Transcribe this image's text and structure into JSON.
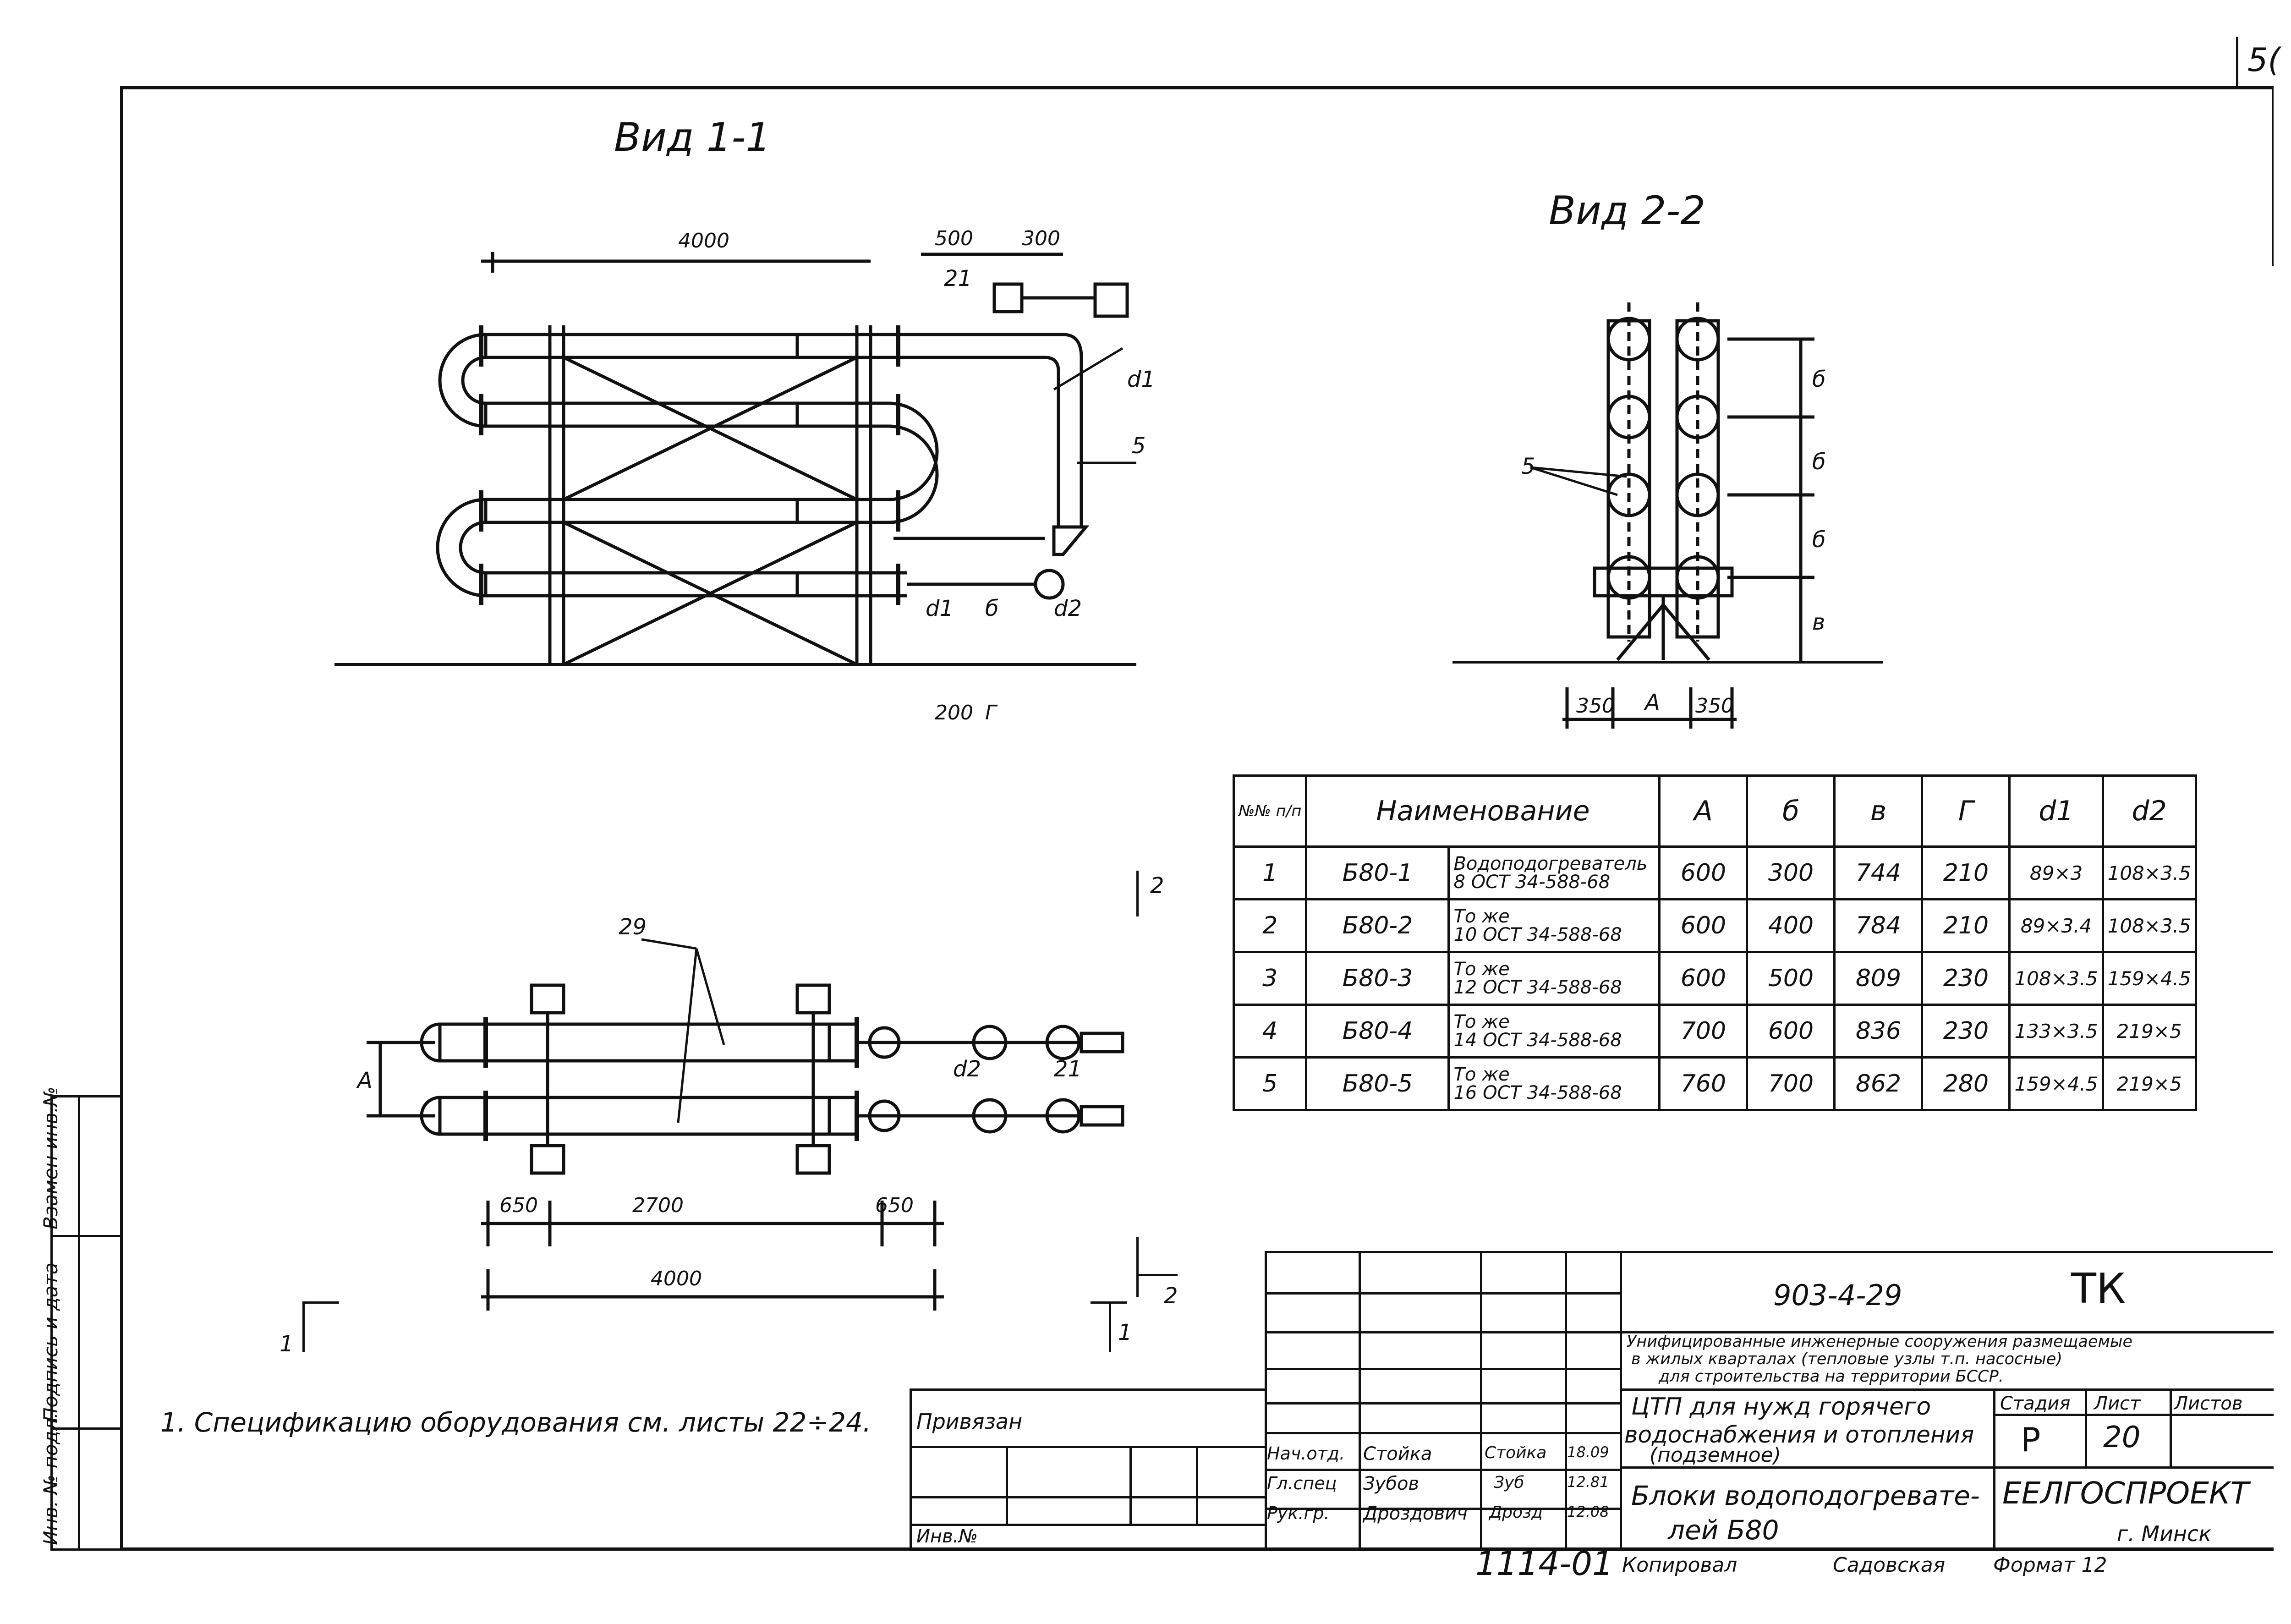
{
  "page_number": "5(",
  "view_1": {
    "title": "Вид 1-1",
    "dims": {
      "length": "4000",
      "d500": "500",
      "d300": "300",
      "d200": "200",
      "g": "Г"
    },
    "labels": {
      "item21": "21",
      "item5": "5",
      "d1": "d1",
      "d1b": "d1",
      "b": "б",
      "d2": "d2"
    }
  },
  "view_2": {
    "title": "Вид 2-2",
    "dims": {
      "left": "350",
      "a": "А",
      "right": "350",
      "b": "б",
      "v": "в"
    },
    "labels": {
      "item5": "5"
    }
  },
  "plan_view": {
    "labels": {
      "item29": "29",
      "item21": "21",
      "d2": "d2",
      "a": "А"
    },
    "dims": {
      "left": "650",
      "middle": "2700",
      "right": "650",
      "total": "4000"
    },
    "section_marks": {
      "one_left": "1",
      "one_right": "1",
      "two_top": "2",
      "two_bottom": "2"
    }
  },
  "spec_table": {
    "headers": [
      "№№ п/п",
      "Наименование",
      "А",
      "б",
      "в",
      "Г",
      "d1",
      "d2"
    ],
    "rows": [
      {
        "n": "1",
        "code": "Б80-1",
        "desc1": "Водоподогреватель",
        "desc2": "8 ОСТ 34-588-68",
        "a": "600",
        "b": "300",
        "v": "744",
        "g": "210",
        "d1": "89×3",
        "d2": "108×3.5"
      },
      {
        "n": "2",
        "code": "Б80-2",
        "desc1": "То же",
        "desc2": "10 ОСТ 34-588-68",
        "a": "600",
        "b": "400",
        "v": "784",
        "g": "210",
        "d1": "89×3.4",
        "d2": "108×3.5"
      },
      {
        "n": "3",
        "code": "Б80-3",
        "desc1": "То же",
        "desc2": "12 ОСТ 34-588-68",
        "a": "600",
        "b": "500",
        "v": "809",
        "g": "230",
        "d1": "108×3.5",
        "d2": "159×4.5"
      },
      {
        "n": "4",
        "code": "Б80-4",
        "desc1": "То же",
        "desc2": "14 ОСТ 34-588-68",
        "a": "700",
        "b": "600",
        "v": "836",
        "g": "230",
        "d1": "133×3.5",
        "d2": "219×5"
      },
      {
        "n": "5",
        "code": "Б80-5",
        "desc1": "То же",
        "desc2": "16 ОСТ 34-588-68",
        "a": "760",
        "b": "700",
        "v": "862",
        "g": "280",
        "d1": "159×4.5",
        "d2": "219×5"
      }
    ]
  },
  "note": "1. Спецификацию оборудования см. листы 22÷24.",
  "sidebar": {
    "replaced": "Взамен инв.№",
    "signature": "Подпись и дата",
    "inventory": "Инв. № подл."
  },
  "title_block": {
    "code": "903-4-29",
    "mark": "ТК",
    "project_line1": "Унифицированные инженерные сооружения размещаемые",
    "project_line2": "в жилых кварталах (тепловые узлы т.п. насосные)",
    "project_line3": "для строительства на территории БССР.",
    "object_line1": "ЦТП для нужд горячего",
    "object_line2": "водоснабжения и отопления",
    "object_line3": "(подземное)",
    "sheet_title1": "Блоки водоподогревате-",
    "sheet_title2": "лей Б80",
    "stage_label": "Стадия",
    "sheet_label": "Лист",
    "sheets_label": "Листов",
    "stage": "Р",
    "sheet": "20",
    "org": "ЕЕЛГОСПРОЕКТ",
    "city": "г. Минск",
    "linked": "Привязан",
    "inv_no": "Инв.№",
    "roles": [
      {
        "role": "Нач.отд.",
        "name": "Стойка",
        "sign": "Стойка",
        "date": "18.09"
      },
      {
        "role": "Гл.спец",
        "name": "Зубов",
        "sign": "Зуб",
        "date": "12.81"
      },
      {
        "role": "Рук.гр.",
        "name": "Дроздович",
        "sign": "Дрозд",
        "date": "12.08"
      }
    ],
    "copied": "Копировал",
    "copier": "Садовская",
    "format": "Формат 12",
    "archive": "1114-01"
  }
}
